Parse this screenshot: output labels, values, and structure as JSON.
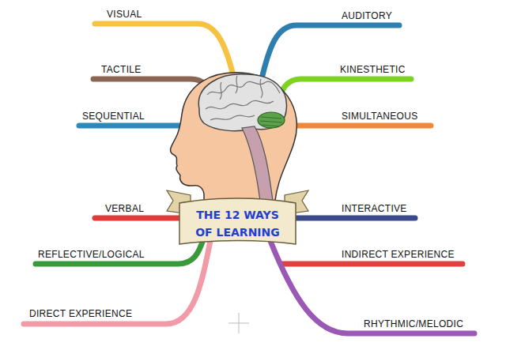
{
  "diagram": {
    "nodes": [
      {
        "text": [
          "THE 12 WAYS OF LEARNING"
        ]
      }
    ],
    "labels": [
      "VISUAL",
      "AUDITORY",
      "TACTILE",
      "KINESTHETIC",
      "SEQUENTIAL",
      "SIMULTANEOUS",
      "VERBAL",
      "INTERACTIVE",
      "REFLECTIVE/LOGICAL",
      "INDIRECT EXPERIENCE",
      "DIRECT EXPERIENCE",
      "RHYTHMIC/MELODIC"
    ]
  }
}
